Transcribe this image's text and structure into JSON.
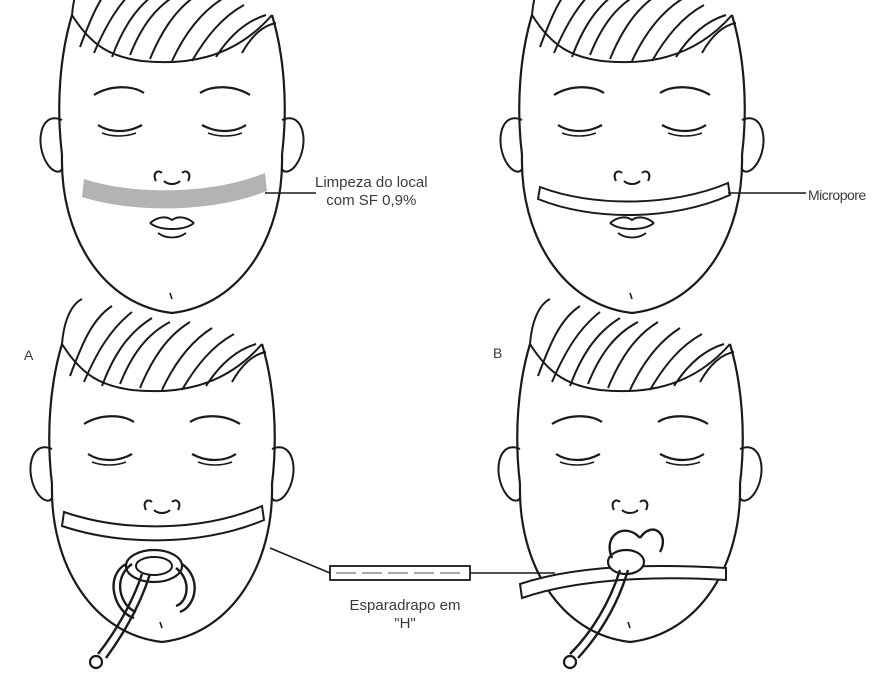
{
  "labels": {
    "cleaning_line1": "Limpeza do local",
    "cleaning_line2": "com SF 0,9%",
    "micropore": "Micropore",
    "tape_line1": "Esparadrapo em",
    "tape_line2": "\"H\"",
    "panel_a": "A",
    "panel_b": "B"
  },
  "colors": {
    "ink": "#1a1a1a",
    "cleaning_band": "#b3b3b3",
    "background": "#ffffff"
  }
}
